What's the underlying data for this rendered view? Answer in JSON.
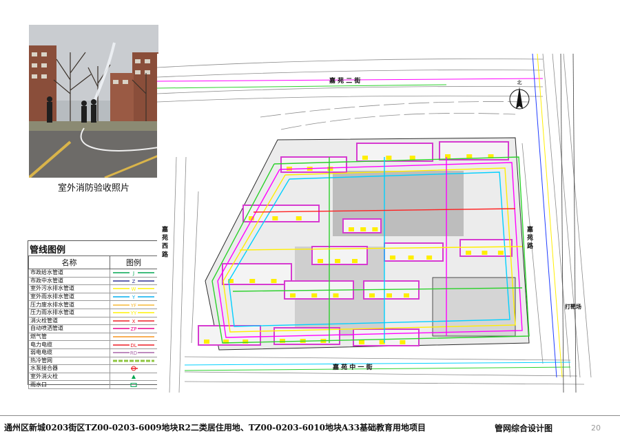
{
  "photo": {
    "caption": "室外消防验收照片"
  },
  "legend": {
    "title": "管线图例",
    "col_name": "名称",
    "col_symbol": "图例",
    "items": [
      {
        "name": "市政给水管道",
        "color": "#00a651",
        "code": "J",
        "style": "line"
      },
      {
        "name": "市政中水管道",
        "color": "#2e3192",
        "code": "Z",
        "style": "line"
      },
      {
        "name": "室外污水排水管道",
        "color": "#fff200",
        "code": "W",
        "style": "line"
      },
      {
        "name": "室外雨水排水管道",
        "color": "#00aeef",
        "code": "Y",
        "style": "line"
      },
      {
        "name": "压力废水排水管道",
        "color": "#f7b733",
        "code": "YF",
        "style": "line"
      },
      {
        "name": "压力雨水排水管道",
        "color": "#fff200",
        "code": "YY",
        "style": "line"
      },
      {
        "name": "消火栓管道",
        "color": "#ed1c24",
        "code": "X",
        "style": "line"
      },
      {
        "name": "自动喷洒管道",
        "color": "#ec008c",
        "code": "ZP",
        "style": "line"
      },
      {
        "name": "燃气管",
        "color": "#f7941d",
        "code": "",
        "style": "line"
      },
      {
        "name": "电力电缆",
        "color": "#ed1c24",
        "code": "DL",
        "style": "line"
      },
      {
        "name": "弱电电缆",
        "color": "#a864a8",
        "code": "RD",
        "style": "line"
      },
      {
        "name": "热冷管网",
        "color": "#8dc63f",
        "code": "",
        "style": "dashed"
      },
      {
        "name": "水泵接合器",
        "color": "#ed1c24",
        "code": "",
        "style": "pump"
      },
      {
        "name": "室外消火栓",
        "color": "#00a651",
        "code": "",
        "style": "hydrant"
      },
      {
        "name": "雨水口",
        "color": "#00a651",
        "code": "",
        "style": "inlet"
      }
    ]
  },
  "plan": {
    "north_label": "北",
    "streets": {
      "top": "嘉 苑 二 街",
      "bottom": "嘉 苑 中 一 街",
      "left": "嘉 苑 西 路",
      "right": "嘉 苑 路"
    },
    "right_note": "打靶场",
    "colors": {
      "building_white": "#f4f4f4",
      "building_magenta": "#d63ad0",
      "courtyard": "#c8c8c8",
      "yellow": "#ffee00",
      "green": "#2bd12b",
      "magenta": "#ff00ff",
      "cyan": "#00d0ff",
      "red": "#ff2020",
      "blue": "#1f3cff"
    }
  },
  "footer": {
    "title": "通州区新城0203街区TZ00-0203-6009地块R2二类居住用地、TZ00-0203-6010地块A33基础教育用地项目",
    "section": "管网综合设计图",
    "page": "20"
  }
}
